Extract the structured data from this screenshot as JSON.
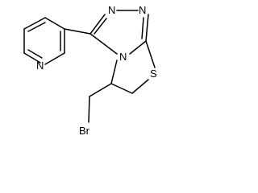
{
  "molecule": {
    "atoms": {
      "n_triazole_1": "N",
      "n_triazole_2": "N",
      "n_bridge": "N",
      "s_ring": "S",
      "n_pyridine": "N",
      "br": "Br"
    }
  }
}
